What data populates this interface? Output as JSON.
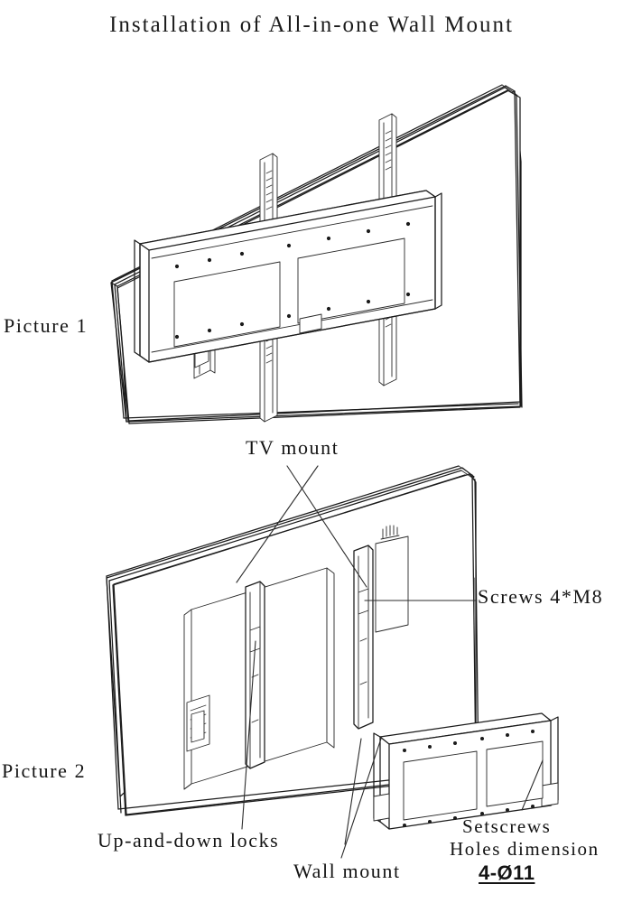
{
  "document": {
    "title": "Installation of All-in-one Wall Mount",
    "background_color": "#ffffff",
    "line_color": "#1b1b1b",
    "type": "exploded assembly instruction drawing"
  },
  "figures": [
    {
      "caption": "Picture 1",
      "description": "Rear isometric view of an all-in-one display panel with the TV mount rails and wall mount bar assembled onto the back of the panel."
    },
    {
      "caption": "Picture 2",
      "description": "Rear isometric view of the display panel with two vertical TV mount rails attached; the wall mount bar shown separately below right."
    }
  ],
  "captions": {
    "picture_1": "Picture 1",
    "picture_2": "Picture 2"
  },
  "callouts": {
    "tv_mount": "TV mount",
    "screws": "Screws 4*M8",
    "up_and_down_locks": "Up-and-down locks",
    "wall_mount": "Wall mount",
    "setscrews": "Setscrews",
    "holes_dimension": "Holes dimension",
    "holes_dimension_code": "4-Ø11"
  }
}
